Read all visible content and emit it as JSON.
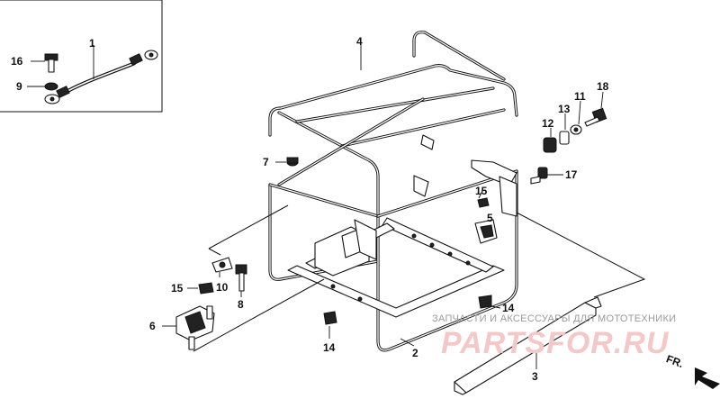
{
  "callouts": [
    {
      "id": "1",
      "text": "1"
    },
    {
      "id": "16",
      "text": "16"
    },
    {
      "id": "9",
      "text": "9"
    },
    {
      "id": "4",
      "text": "4"
    },
    {
      "id": "7",
      "text": "7"
    },
    {
      "id": "18",
      "text": "18"
    },
    {
      "id": "11",
      "text": "11"
    },
    {
      "id": "13",
      "text": "13"
    },
    {
      "id": "12",
      "text": "12"
    },
    {
      "id": "17",
      "text": "17"
    },
    {
      "id": "15a",
      "text": "15"
    },
    {
      "id": "5",
      "text": "5"
    },
    {
      "id": "10",
      "text": "10"
    },
    {
      "id": "15b",
      "text": "15"
    },
    {
      "id": "8",
      "text": "8"
    },
    {
      "id": "6",
      "text": "6"
    },
    {
      "id": "14a",
      "text": "14"
    },
    {
      "id": "14b",
      "text": "14"
    },
    {
      "id": "2",
      "text": "2"
    },
    {
      "id": "3",
      "text": "3"
    }
  ],
  "watermark": {
    "subtitle": "ЗАПЧАСТИ И АКСЕССУАРЫ ДЛЯ МОТОТЕХНИКИ",
    "brand": "PARTSFOR.RU"
  },
  "direction_marker": {
    "text": "FR."
  },
  "icons": {
    "front_arrow": "front-direction-arrow-icon"
  }
}
